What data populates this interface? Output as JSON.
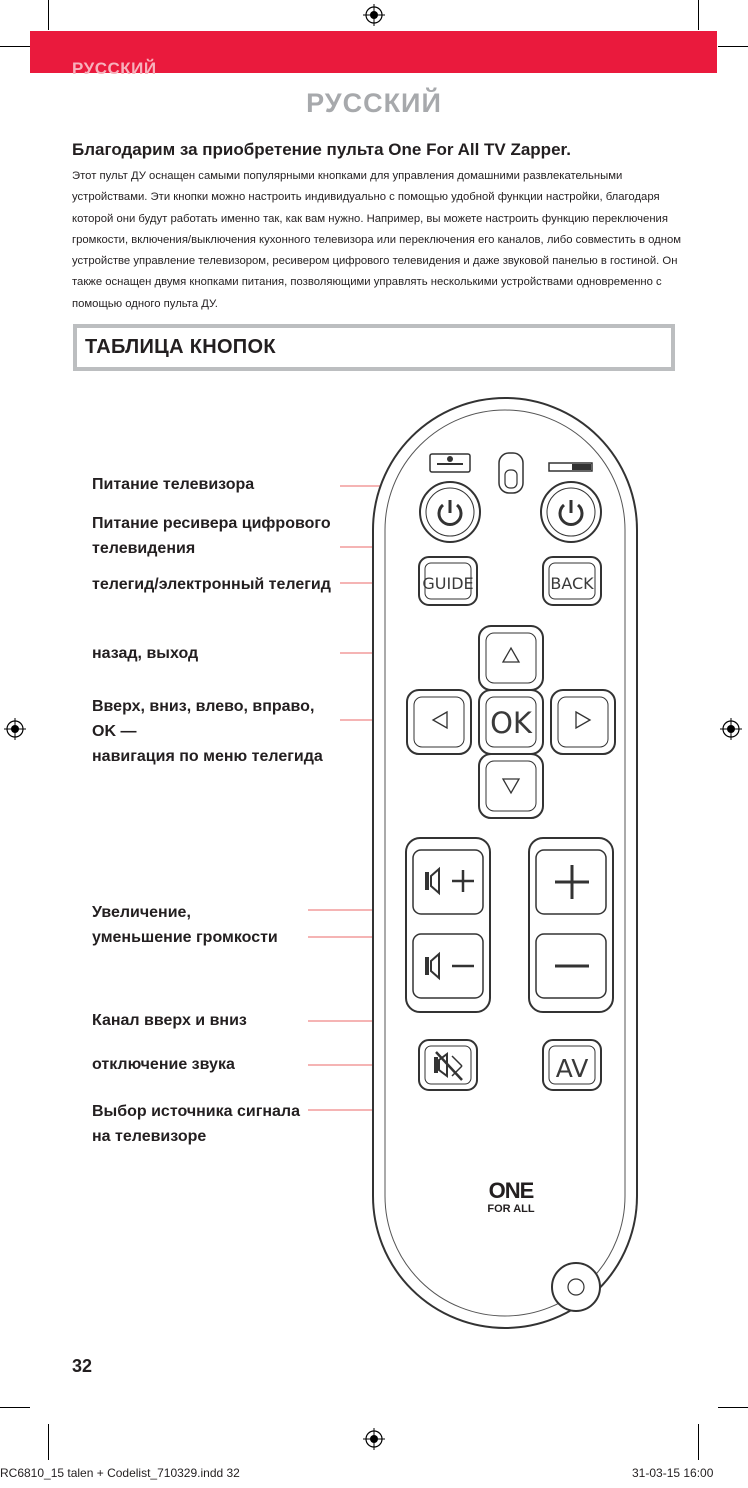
{
  "header": {
    "tab_label": "РУССКИЙ",
    "title": "РУССКИЙ"
  },
  "intro": {
    "heading": "Благодарим за приобретение пульта One For All TV Zapper.",
    "body": "Этот пульт ДУ оснащен самыми популярными кнопками для управления домашними развлекательными устройствами. Эти кнопки можно настроить индивидуально с помощью удобной функции настройки, благодаря которой они будут работать именно так, как вам нужно.  Например, вы можете настроить функцию переключения громкости, включения/выключения кухонного телевизора или переключения его каналов, либо совместить в одном устройстве управление телевизором, ресивером цифрового телевидения и даже звуковой панелью в гостиной. Он также оснащен двумя кнопками питания, позволяющими управлять несколькими устройствами одновременно с помощью одного пульта ДУ."
  },
  "section": {
    "title": "ТАБЛИЦА КНОПОК"
  },
  "labels": {
    "tv_power": "Питание телевизора",
    "dtv_power": "Питание ресивера цифрового\nтелевидения",
    "guide": "телегид/электронный телегид",
    "back": "назад, выход",
    "navigation": "Вверх, вниз, влево, вправо,\nOK —\nнавигация по меню телегида",
    "volume": "Увеличение,\nуменьшение громкости",
    "channel": "Канал вверх и вниз",
    "mute": "отключение звука",
    "source": "Выбор источника сигнала\nна телевизоре"
  },
  "remote": {
    "guide_label": "GUIDE",
    "back_label": "BACK",
    "ok_label": "OK",
    "av_label": "AV",
    "logo_line1": "ONE",
    "logo_line2": "FOR ALL",
    "icons": [
      "tv-indicator-icon",
      "led-indicator-icon",
      "dtv-indicator-icon",
      "power-icon",
      "arrow-up-icon",
      "arrow-left-icon",
      "arrow-right-icon",
      "arrow-down-icon",
      "volume-up-icon",
      "volume-down-icon",
      "plus-icon",
      "minus-icon",
      "mute-icon",
      "circle-button-icon"
    ]
  },
  "colors": {
    "brand_red": "#ea1a3d",
    "tab_text": "#f7b2bd",
    "heading_grey": "#a7a9ac",
    "section_border": "#bcbec0",
    "callout_line": "#f29b9b"
  },
  "footer": {
    "page_number": "32",
    "slug_file": "RC6810_15 talen + Codelist_710329.indd   32",
    "slug_date": "31-03-15   16:00"
  }
}
